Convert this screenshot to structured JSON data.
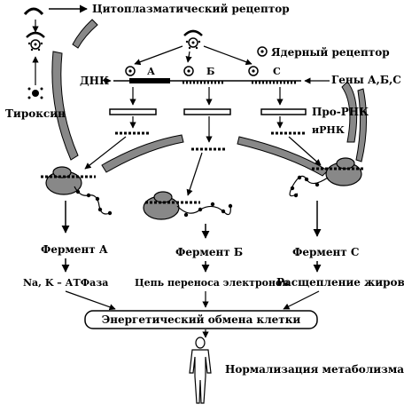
{
  "labels": {
    "cytoplasmic_receptor": "Цитоплазматический рецептор",
    "nuclear_receptor": "Ядерный рецептор",
    "dna": "ДНК",
    "genes": "Гены А,Б,С",
    "thyroxine": "Тироксин",
    "pro_rna": "Про-РНК",
    "mrna": "иРНК",
    "gene_a": "А",
    "gene_b": "Б",
    "gene_c": "С",
    "enzyme_a": "Фермент А",
    "enzyme_b": "Фермент Б",
    "enzyme_c": "Фермент С",
    "atpase": "Na, K – АТФаза",
    "electron_chain": "Цепь переноса электронов",
    "fat_breakdown": "Расщепление жиров",
    "energy_exchange": "Энергетический обмена клетки",
    "normalization": "Нормализация метаболизма"
  }
}
